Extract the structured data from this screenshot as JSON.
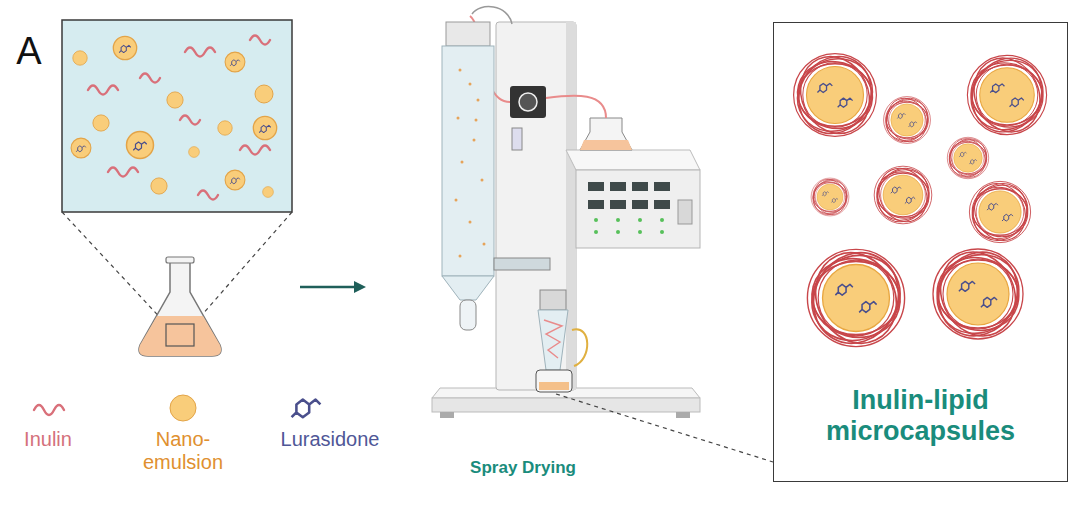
{
  "diagram": {
    "nodes": [
      {
        "text": [
          "Inulin-lipid microcapsules"
        ]
      }
    ],
    "labels": [
      "A",
      "Spray Drying"
    ],
    "legend": [
      {
        "text": "Inulin"
      },
      {
        "text": "Nano- emulsion"
      },
      {
        "text": "Lurasidone"
      }
    ]
  }
}
